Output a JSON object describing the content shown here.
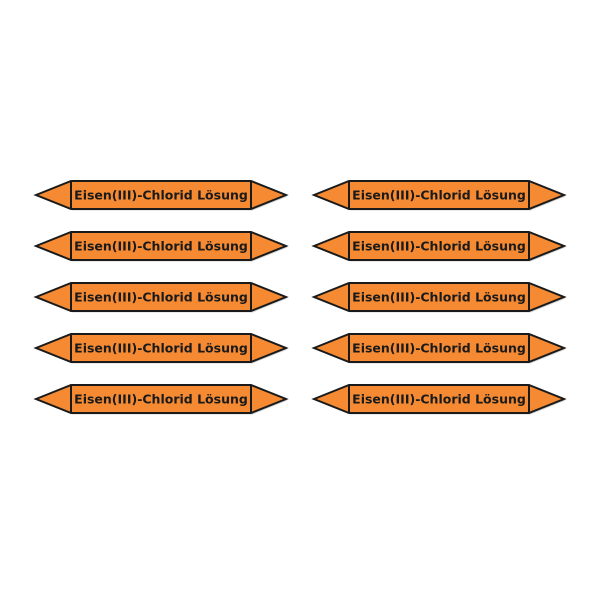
{
  "sheet": {
    "background": "#ffffff",
    "label_fill": "#f58a33",
    "outline": "#1a1a1a",
    "shadow": "#b8b8b8"
  },
  "columns": [
    {
      "labels": [
        {
          "text": "Eisen(III)-Chlorid Lösung"
        },
        {
          "text": "Eisen(III)-Chlorid Lösung"
        },
        {
          "text": "Eisen(III)-Chlorid Lösung"
        },
        {
          "text": "Eisen(III)-Chlorid Lösung"
        },
        {
          "text": "Eisen(III)-Chlorid Lösung"
        }
      ]
    },
    {
      "labels": [
        {
          "text": "Eisen(III)-Chlorid Lösung"
        },
        {
          "text": "Eisen(III)-Chlorid Lösung"
        },
        {
          "text": "Eisen(III)-Chlorid Lösung"
        },
        {
          "text": "Eisen(III)-Chlorid Lösung"
        },
        {
          "text": "Eisen(III)-Chlorid Lösung"
        }
      ]
    }
  ]
}
